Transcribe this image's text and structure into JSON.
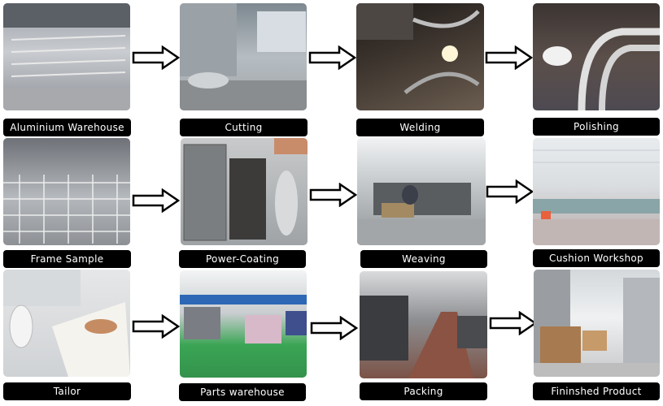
{
  "process_steps": [
    {
      "label": "Aluminium Warehouse",
      "photo": "aluminium-warehouse-photo"
    },
    {
      "label": "Cutting",
      "photo": "cutting-photo"
    },
    {
      "label": "Welding",
      "photo": "welding-photo"
    },
    {
      "label": "Polishing",
      "photo": "polishing-photo"
    },
    {
      "label": "Frame Sample",
      "photo": "frame-sample-photo"
    },
    {
      "label": "Power-Coating",
      "photo": "power-coating-photo"
    },
    {
      "label": "Weaving",
      "photo": "weaving-photo"
    },
    {
      "label": "Cushion Workshop",
      "photo": "cushion-workshop-photo"
    },
    {
      "label": "Tailor",
      "photo": "tailor-photo"
    },
    {
      "label": "Parts warehouse",
      "photo": "parts-warehouse-photo"
    },
    {
      "label": "Packing",
      "photo": "packing-photo"
    },
    {
      "label": "Fininshed Product",
      "photo": "finished-product-photo"
    }
  ],
  "arrow_icon": "right-arrow-icon",
  "colors": {
    "label_bg": "#000000",
    "label_text": "#ffffff",
    "arrow_fill": "#ffffff",
    "arrow_stroke": "#000000"
  }
}
